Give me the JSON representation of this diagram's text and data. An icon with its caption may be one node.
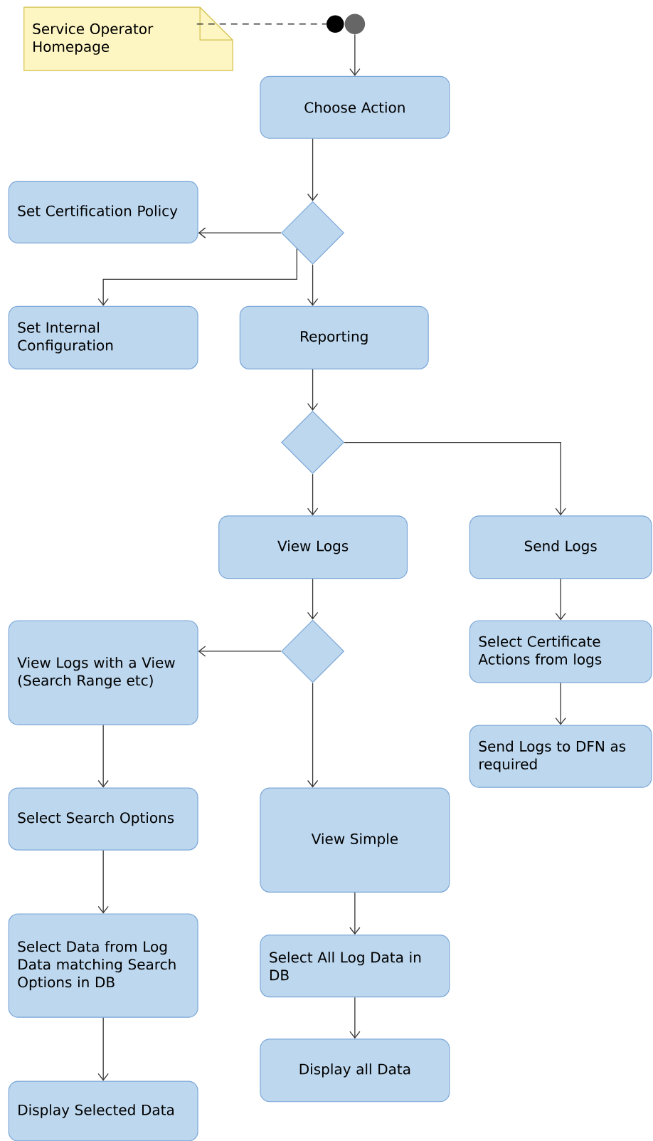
{
  "diagram": {
    "nodes": [
      {
        "text": [
          "Service Operator Homepage"
        ]
      },
      {
        "text": [],
        "shape": "circle"
      },
      {
        "text": [],
        "shape": "circle"
      },
      {
        "text": [
          "Choose Action"
        ]
      },
      {
        "text": [],
        "shape": "diamond"
      },
      {
        "text": [
          "Set Certification Policy"
        ]
      },
      {
        "text": [
          "Set Internal Configuration"
        ]
      },
      {
        "text": [
          "Reporting"
        ]
      },
      {
        "text": [],
        "shape": "diamond"
      },
      {
        "text": [
          "View Logs"
        ]
      },
      {
        "text": [
          "Send Logs"
        ]
      },
      {
        "text": [],
        "shape": "diamond"
      },
      {
        "text": [
          "View Logs with a View (Search Range etc)"
        ]
      },
      {
        "text": [
          "Select Certificate Actions from logs"
        ]
      },
      {
        "text": [
          "Send Logs to DFN as required"
        ]
      },
      {
        "text": [
          "Select Search Options"
        ]
      },
      {
        "text": [
          "View Simple"
        ]
      },
      {
        "text": [
          "Select Data from Log Data matching Search Options in DB"
        ]
      },
      {
        "text": [
          "Select All Log Data in DB"
        ]
      },
      {
        "text": [
          "Display all Data"
        ]
      },
      {
        "text": [
          "Display Selected Data"
        ]
      }
    ],
    "edges": [
      {
        "from": 0,
        "to": 1,
        "arrow": "none",
        "style": "dashed"
      },
      {
        "from": 2,
        "to": 3,
        "arrow": "to"
      },
      {
        "from": 3,
        "to": 4,
        "arrow": "to"
      },
      {
        "from": 4,
        "to": 5,
        "arrow": "to"
      },
      {
        "from": 4,
        "to": 6,
        "arrow": "to"
      },
      {
        "from": 4,
        "to": 7,
        "arrow": "to"
      },
      {
        "from": 7,
        "to": 8,
        "arrow": "to"
      },
      {
        "from": 8,
        "to": 9,
        "arrow": "to"
      },
      {
        "from": 8,
        "to": 10,
        "arrow": "to"
      },
      {
        "from": 9,
        "to": 11,
        "arrow": "to"
      },
      {
        "from": 11,
        "to": 12,
        "arrow": "to"
      },
      {
        "from": 11,
        "to": 16,
        "arrow": "to"
      },
      {
        "from": 10,
        "to": 13,
        "arrow": "to"
      },
      {
        "from": 13,
        "to": 14,
        "arrow": "to"
      },
      {
        "from": 12,
        "to": 15,
        "arrow": "to"
      },
      {
        "from": 15,
        "to": 17,
        "arrow": "to"
      },
      {
        "from": 17,
        "to": 20,
        "arrow": "to"
      },
      {
        "from": 16,
        "to": 18,
        "arrow": "to"
      },
      {
        "from": 18,
        "to": 19,
        "arrow": "to"
      }
    ]
  }
}
